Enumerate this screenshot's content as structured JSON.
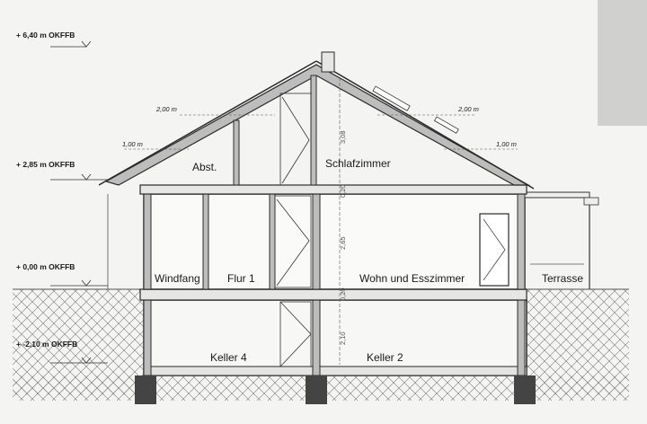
{
  "levels": [
    {
      "label": "+ 6,40 m OKFFB"
    },
    {
      "label": "+ 2,85 m OKFFB"
    },
    {
      "label": "+ 0,00 m OKFFB"
    },
    {
      "label": "+ -2,10 m OKFFB"
    }
  ],
  "rooms": {
    "abst": "Abst.",
    "schlafzimmer": "Schlafzimmer",
    "windfang": "Windfang",
    "flur": "Flur 1",
    "wohn": "Wohn und Esszimmer",
    "terrasse": "Terrasse",
    "keller4": "Keller 4",
    "keller2": "Keller 2"
  },
  "height_marks": {
    "left_upper": "2,00 m",
    "right_upper": "2,00 m",
    "left_lower": "1,00 m",
    "right_lower": "1,00 m"
  },
  "vertical_dims": {
    "attic": "3,08",
    "slab_upper": "0,20",
    "ground": "2,65",
    "slab_lower": "0,20",
    "cellar": "2,10"
  },
  "colors": {
    "line": "#2a2a2a",
    "wall_fill": "#bdbdbd",
    "soil_line": "#6a6a6a",
    "footing": "#444444",
    "corner_gray": "#d0d0ce"
  }
}
